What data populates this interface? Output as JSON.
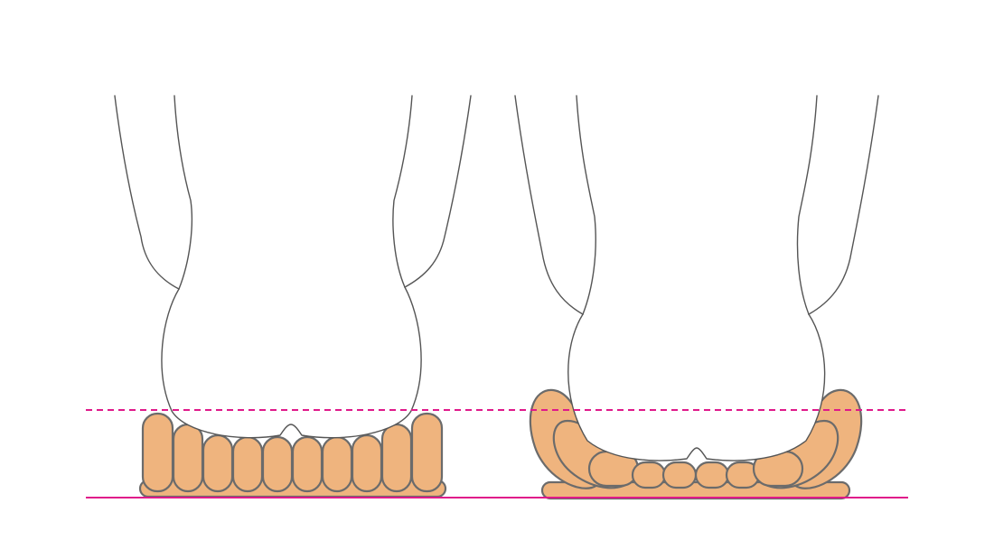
{
  "colors": {
    "background": "#ffffff",
    "outline": "#555555",
    "cushion_fill": "#efb47e",
    "cushion_stroke": "#6b6b6b",
    "reference_line": "#e0198a"
  },
  "panels": [
    {
      "id": "flat-cushion",
      "state": "uncompressed air cells, sitter rests on top of cells"
    },
    {
      "id": "immersed-cushion",
      "state": "air cells displaced, sitter immersed into cushion"
    }
  ],
  "reference_lines": [
    {
      "id": "immersion-level",
      "style": "dashed"
    },
    {
      "id": "ground-level",
      "style": "solid"
    }
  ]
}
